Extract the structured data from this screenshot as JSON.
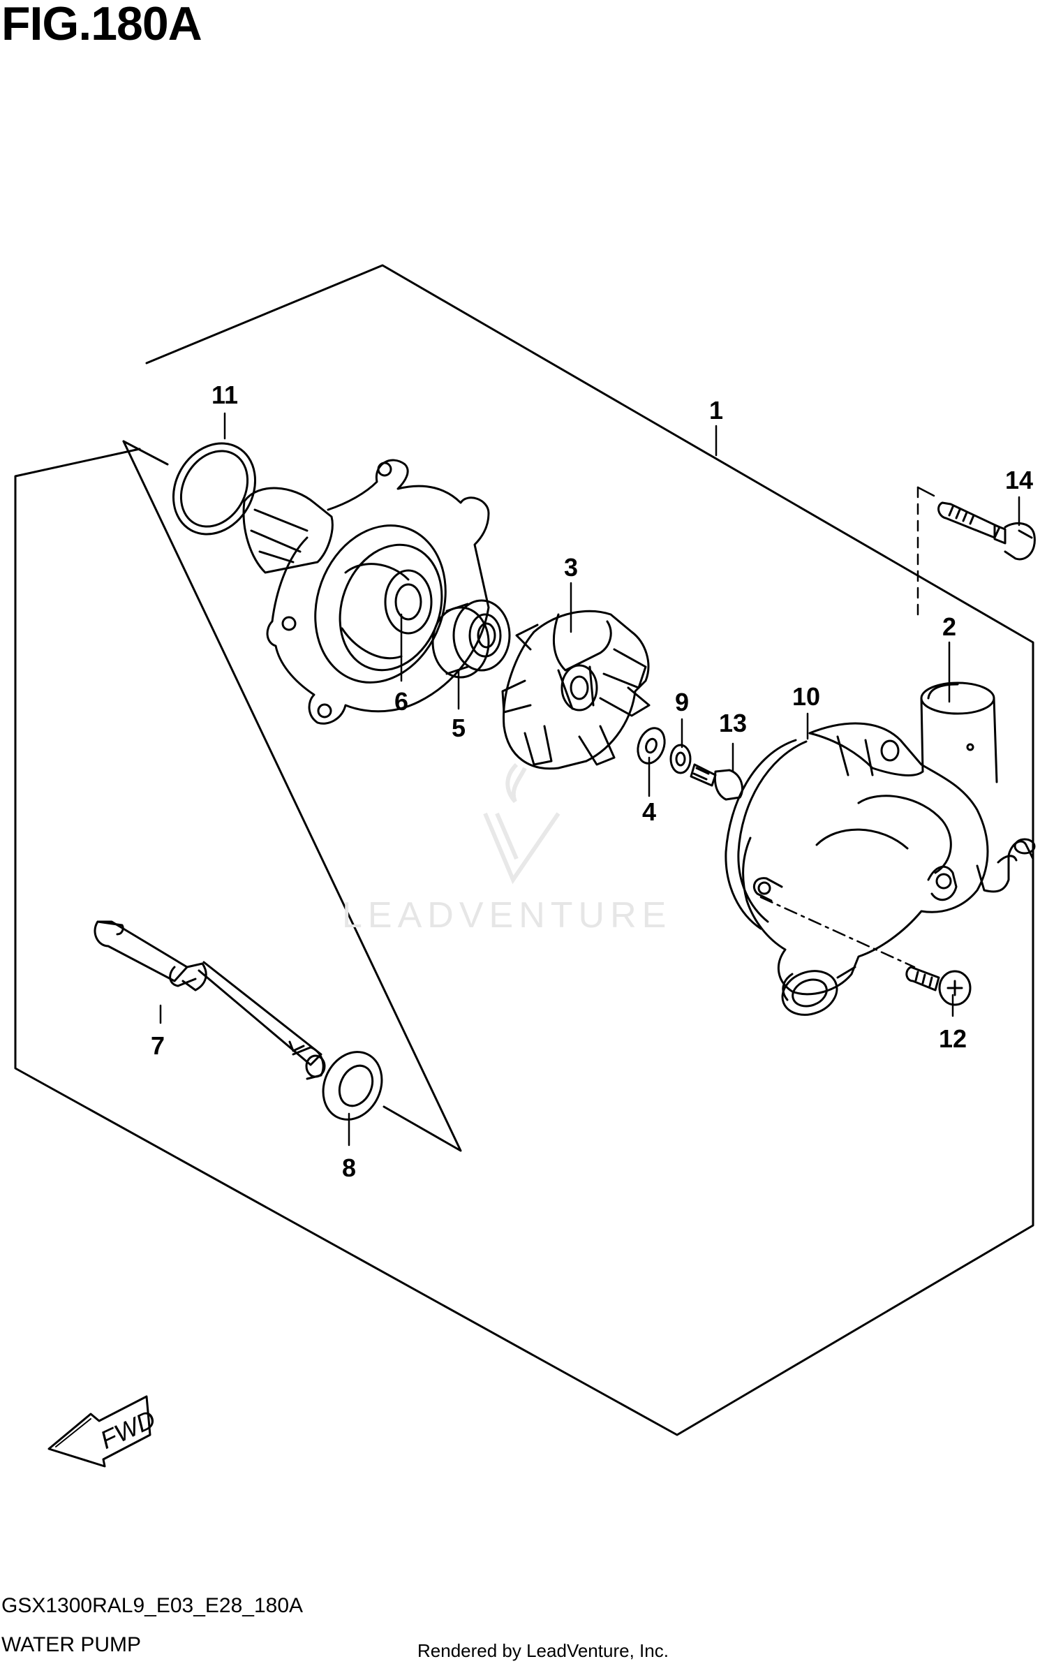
{
  "figure": {
    "title": "FIG.180A"
  },
  "callouts": [
    {
      "id": "1",
      "label": "1"
    },
    {
      "id": "2",
      "label": "2"
    },
    {
      "id": "3",
      "label": "3"
    },
    {
      "id": "4",
      "label": "4"
    },
    {
      "id": "5",
      "label": "5"
    },
    {
      "id": "6",
      "label": "6"
    },
    {
      "id": "7",
      "label": "7"
    },
    {
      "id": "8",
      "label": "8"
    },
    {
      "id": "9",
      "label": "9"
    },
    {
      "id": "10",
      "label": "10"
    },
    {
      "id": "11",
      "label": "11"
    },
    {
      "id": "12",
      "label": "12"
    },
    {
      "id": "13",
      "label": "13"
    },
    {
      "id": "14",
      "label": "14"
    }
  ],
  "fwd_label": "FWD",
  "watermark": "LEADVENTURE",
  "footer": {
    "model_code": "GSX1300RAL9_E03_E28_180A",
    "section_name": "WATER PUMP",
    "credit": "Rendered by LeadVenture, Inc."
  },
  "colors": {
    "line": "#000000",
    "background": "#ffffff",
    "watermark": "#e6e6e6"
  }
}
